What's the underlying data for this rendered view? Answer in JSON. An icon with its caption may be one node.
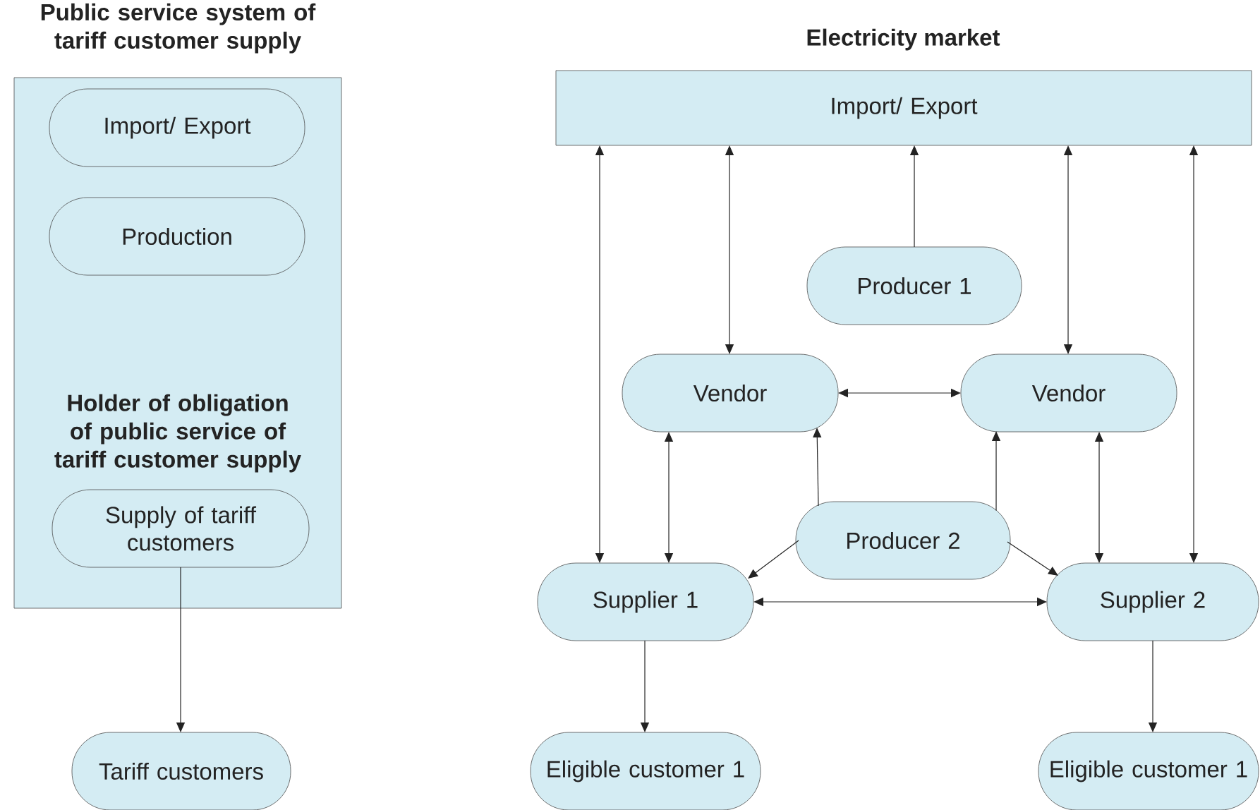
{
  "diagram": {
    "nodes": [
      {
        "text": [
          "Public service system of tariff customer supply",
          "Holder of obligation of public service of tariff customer supply"
        ]
      },
      {
        "text": [
          "Import/ Export"
        ],
        "in": 0
      },
      {
        "text": [
          "Production"
        ],
        "in": 0
      },
      {
        "text": [
          "Supply of tariff customers"
        ],
        "in": 0
      },
      {
        "text": [
          "Tariff customers"
        ]
      },
      {
        "text": [
          "Import/ Export"
        ]
      },
      {
        "text": [
          "Producer 1"
        ]
      },
      {
        "text": [
          "Vendor"
        ]
      },
      {
        "text": [
          "Vendor"
        ]
      },
      {
        "text": [
          "Producer 2"
        ]
      },
      {
        "text": [
          "Supplier 1"
        ]
      },
      {
        "text": [
          "Supplier 2"
        ]
      },
      {
        "text": [
          "Eligible customer 1"
        ]
      },
      {
        "text": [
          "Eligible customer 1"
        ]
      }
    ],
    "edges": [
      {
        "from": 3,
        "to": 4,
        "arrow": "to"
      },
      {
        "from": 10,
        "to": 5,
        "arrow": "both"
      },
      {
        "from": 7,
        "to": 5,
        "arrow": "both"
      },
      {
        "from": 6,
        "to": 5,
        "arrow": "to"
      },
      {
        "from": 8,
        "to": 5,
        "arrow": "both"
      },
      {
        "from": 11,
        "to": 5,
        "arrow": "both"
      },
      {
        "from": 7,
        "to": 8,
        "arrow": "both"
      },
      {
        "from": 10,
        "to": 7,
        "arrow": "both"
      },
      {
        "from": 9,
        "to": 7,
        "arrow": "to"
      },
      {
        "from": 9,
        "to": 8,
        "arrow": "to"
      },
      {
        "from": 11,
        "to": 8,
        "arrow": "both"
      },
      {
        "from": 9,
        "to": 10,
        "arrow": "to"
      },
      {
        "from": 9,
        "to": 11,
        "arrow": "to"
      },
      {
        "from": 10,
        "to": 11,
        "arrow": "both"
      },
      {
        "from": 10,
        "to": 12,
        "arrow": "to"
      },
      {
        "from": 11,
        "to": 13,
        "arrow": "to"
      }
    ],
    "labels": [
      "Electricity market"
    ]
  }
}
